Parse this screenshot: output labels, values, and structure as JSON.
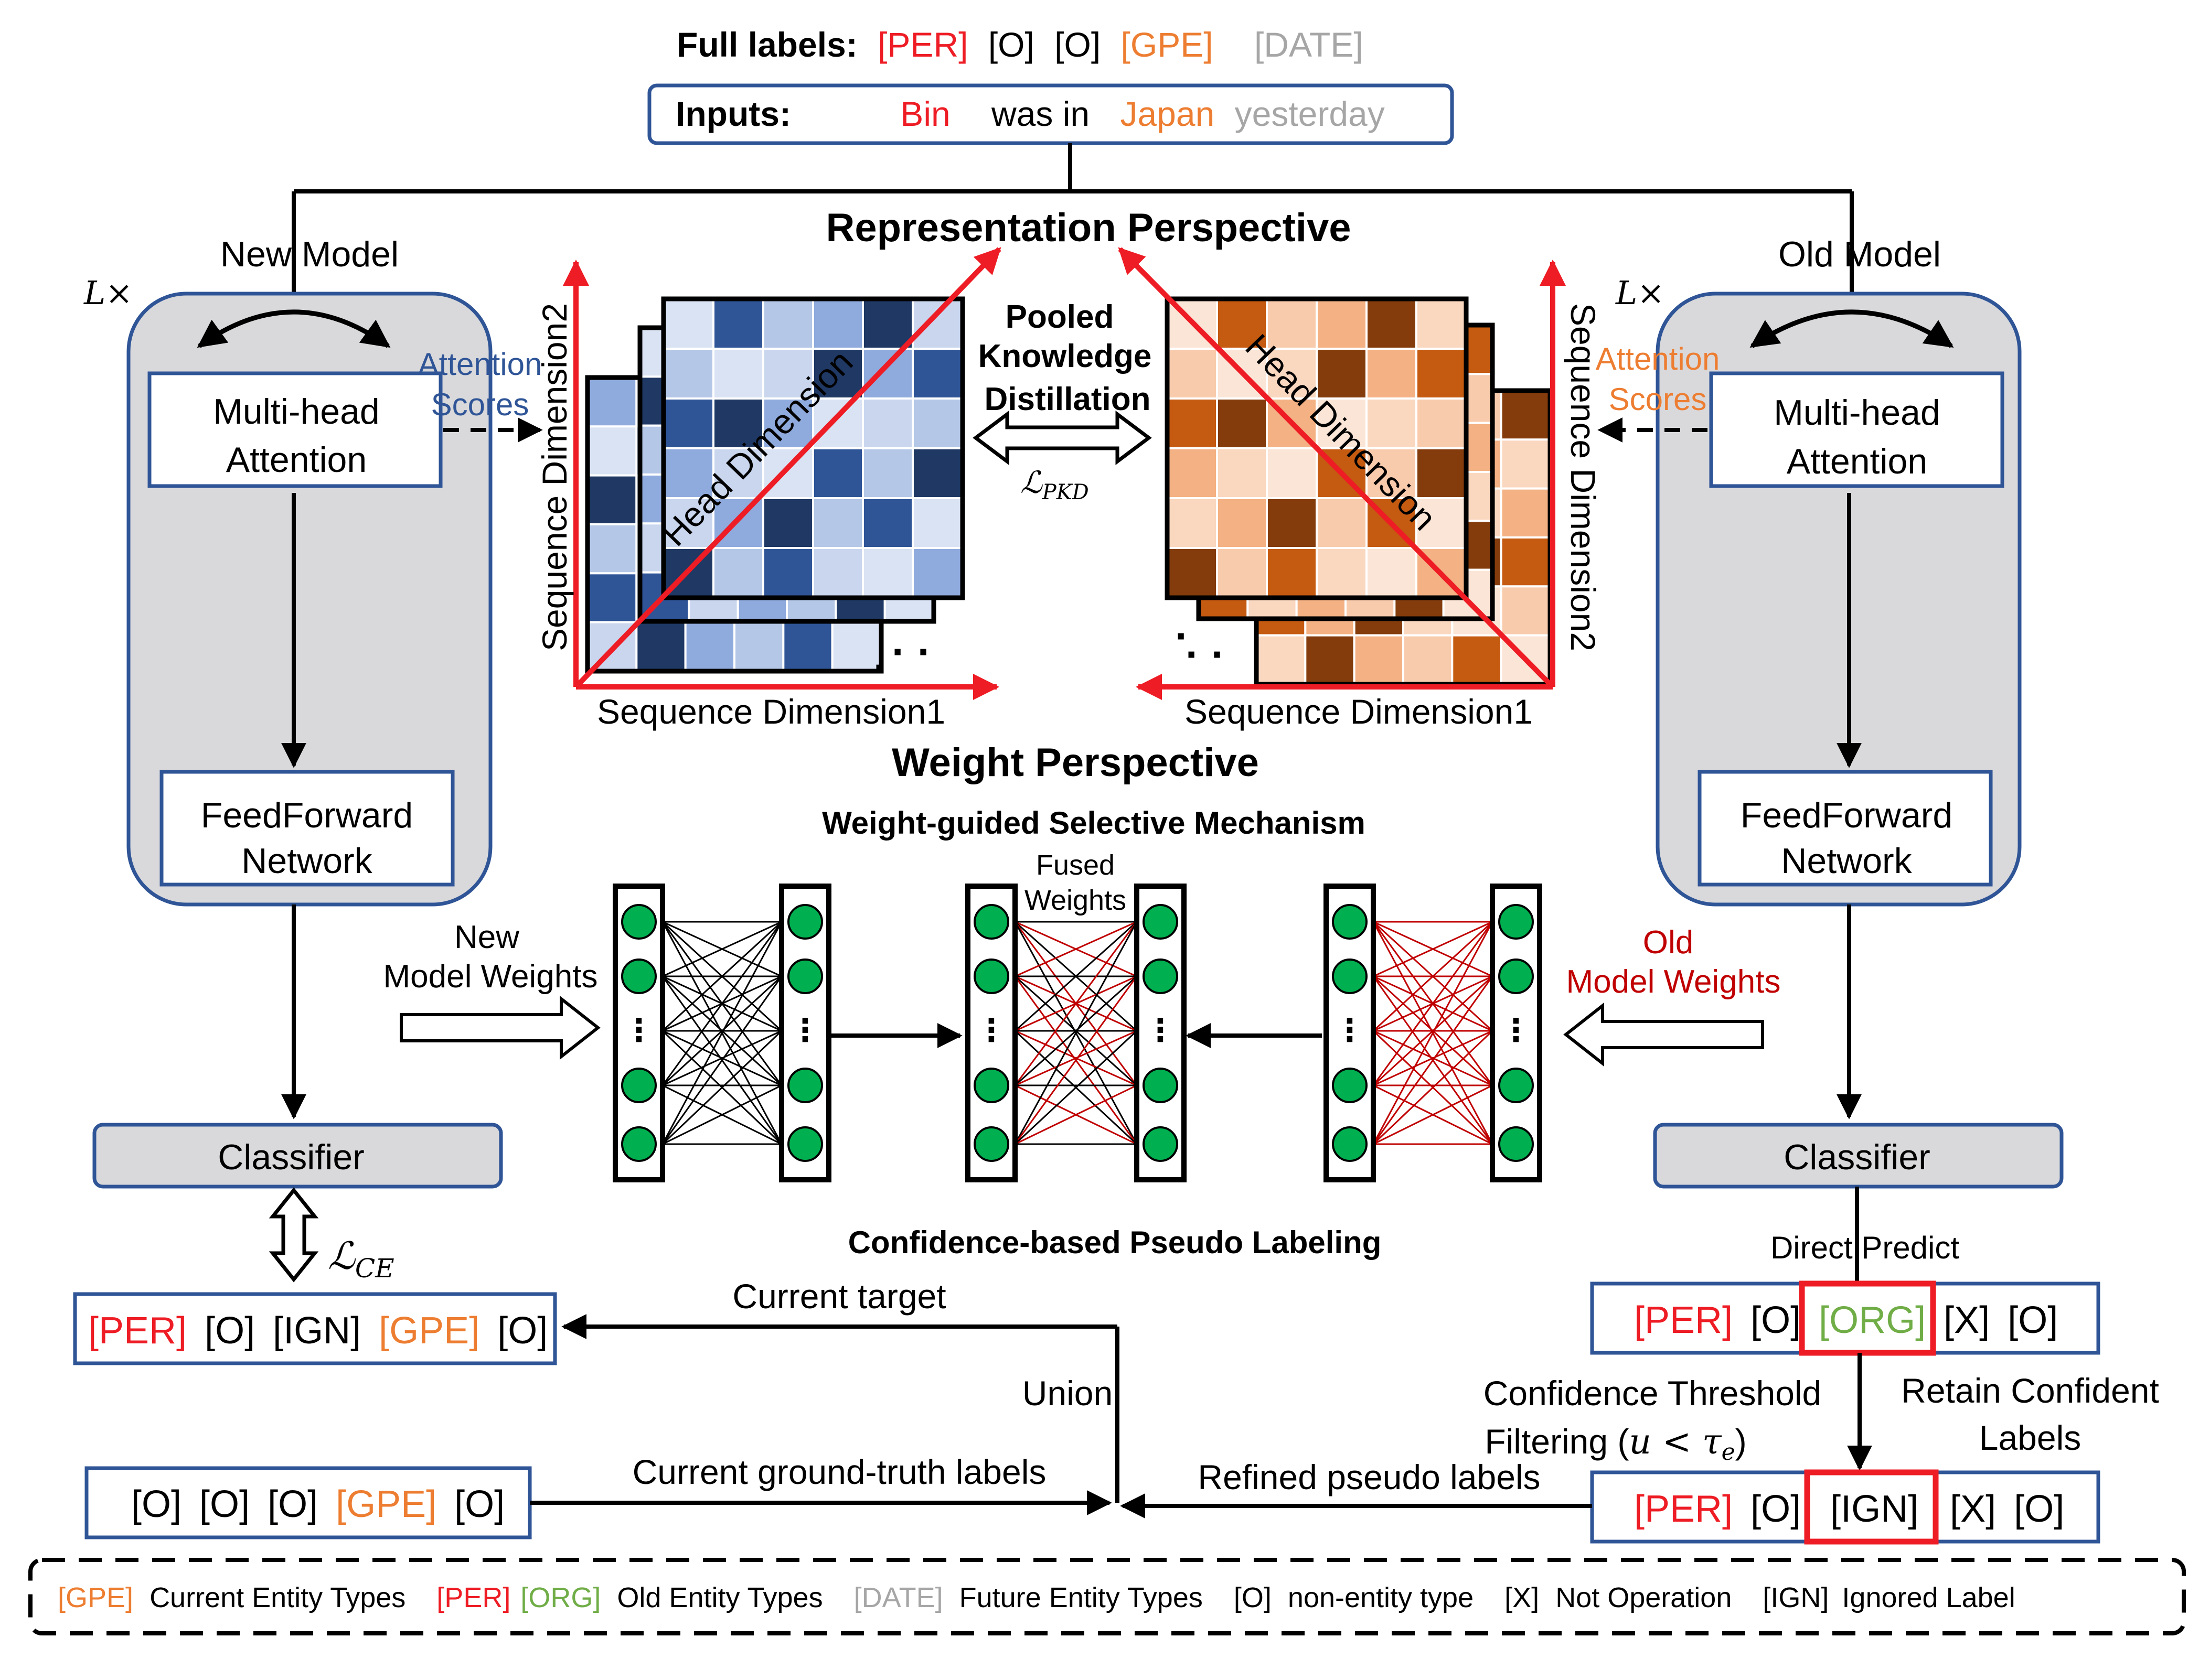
{
  "colors": {
    "red": "#ee1c24",
    "orange": "#ed7d31",
    "gray": "#a6a6a6",
    "green": "#70ad47",
    "navy": "#2f5597",
    "darkred": "#c00000",
    "node": "#00b050",
    "panel": "#d9d9db",
    "blue_attention": "#2f5597",
    "orange_attention": "#ed7d31"
  },
  "full_labels": {
    "prefix": "Full labels:",
    "per": "[PER]",
    "o1": "[O]",
    "o2": "[O]",
    "gpe": "[GPE]",
    "date": "[DATE]"
  },
  "inputs": {
    "prefix": "Inputs:",
    "bin": "Bin",
    "was_in": "was in",
    "japan": "Japan",
    "yesterday": "yesterday"
  },
  "left": {
    "model_title": "New Model",
    "layers": "L×",
    "mha_line1": "Multi-head",
    "mha_line2": "Attention",
    "ffn_line1": "FeedForward",
    "ffn_line2": "Network",
    "classifier": "Classifier",
    "attn_line1": "Attention",
    "attn_line2": "Scores",
    "loss_ce": "ℒ",
    "loss_ce_sub": "CE"
  },
  "right": {
    "model_title": "Old Model",
    "layers": "L×",
    "mha_line1": "Multi-head",
    "mha_line2": "Attention",
    "ffn_line1": "FeedForward",
    "ffn_line2": "Network",
    "classifier": "Classifier",
    "attn_line1": "Attention",
    "attn_line2": "Scores"
  },
  "representation": {
    "title": "Representation Perspective",
    "pkd_line1": "Pooled",
    "pkd_line2": "Knowledge",
    "pkd_line3": "Distillation",
    "loss_pkd": "ℒ",
    "loss_pkd_sub": "PKD",
    "head_dim": "Head Dimension",
    "seq_dim1": "Sequence Dimension1",
    "seq_dim2": "Sequence Dimension2",
    "head_dim_right": "Head Dimension",
    "seq_dim1_right": "Sequence Dimension1",
    "seq_dim2_right": "Sequence Dimension2"
  },
  "weight": {
    "title": "Weight Perspective",
    "mechanism": "Weight-guided Selective Mechanism",
    "new_weights_line1": "New",
    "new_weights_line2": "Model Weights",
    "fused_line1": "Fused",
    "fused_line2": "Weights",
    "old_weights_line1": "Old",
    "old_weights_line2": "Model Weights"
  },
  "pseudo": {
    "title": "Confidence-based Pseudo Labeling",
    "direct_predict": "Direct Predict",
    "current_target": "Current target",
    "union": "Union",
    "current_gt": "Current ground-truth labels",
    "refined": "Refined pseudo labels",
    "threshold_line1": "Confidence Threshold",
    "threshold_line2": "Filtering (",
    "threshold_math": "u < τ",
    "threshold_sub": "e",
    "threshold_end": ")",
    "retain_line1": "Retain Confident",
    "retain_line2": "Labels",
    "target_row": [
      "[PER]",
      "[O]",
      "[IGN]",
      "[GPE]",
      "[O]"
    ],
    "gt_row": [
      "[O]",
      "[O]",
      "[O]",
      "[GPE]",
      "[O]"
    ],
    "predict_row": [
      "[PER]",
      "[O]",
      "[ORG]",
      "[X]",
      "[O]"
    ],
    "refined_row": [
      "[PER]",
      "[O]",
      "[IGN]",
      "[X]",
      "[O]"
    ]
  },
  "legend": {
    "gpe": "[GPE]",
    "current": "Current Entity Types",
    "per": "[PER]",
    "org": "[ORG]",
    "old": "Old Entity Types",
    "date": "[DATE]",
    "future": "Future Entity Types",
    "o": "[O]",
    "non_entity": "non-entity type",
    "x": "[X]",
    "not_op": "Not Operation",
    "ign": "[IGN]",
    "ignored": "Ignored Label"
  }
}
